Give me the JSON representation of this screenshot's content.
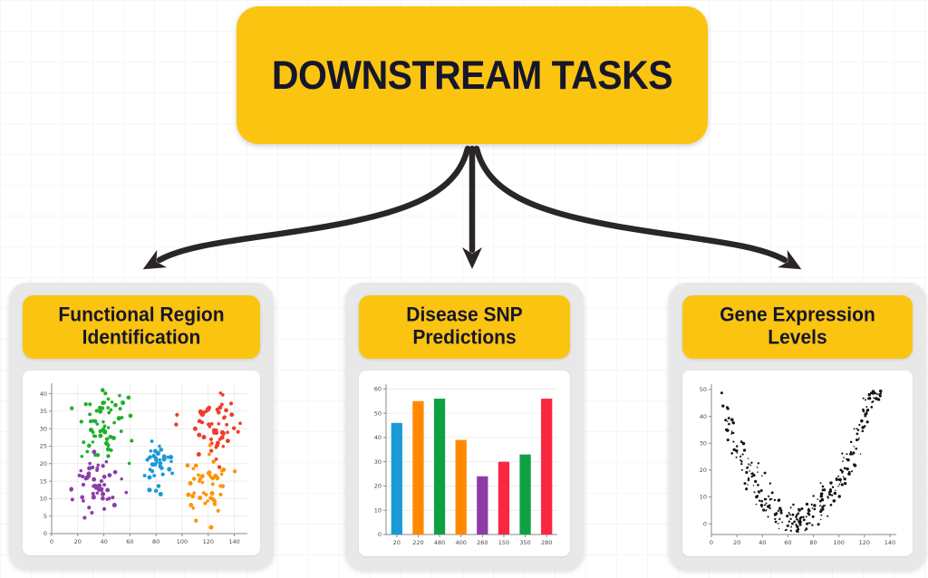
{
  "title_box": {
    "label": "DOWNSTREAM TASKS"
  },
  "colors": {
    "accent_yellow": "#FBC411",
    "title_text": "#16162C",
    "card_bg": "#E8E8E8",
    "panel_bg": "#FFFFFF",
    "arrow": "#2A2526"
  },
  "cards": [
    {
      "title_line1": "Functional Region",
      "title_line2": "Identification"
    },
    {
      "title_line1": "Disease SNP",
      "title_line2": "Predictions"
    },
    {
      "title_line1": "Gene Expression",
      "title_line2": "Levels"
    }
  ],
  "chart_data": [
    {
      "type": "scatter",
      "title": "Functional Region Identification",
      "xlabel": "",
      "ylabel": "",
      "xlim": [
        0,
        150
      ],
      "ylim": [
        0,
        43
      ],
      "xticks": [
        0,
        20,
        40,
        60,
        80,
        100,
        120,
        140
      ],
      "yticks": [
        0,
        5,
        10,
        15,
        20,
        25,
        30,
        35,
        40
      ],
      "grid": true,
      "legend": "none",
      "clusters": [
        {
          "name": "green-cluster",
          "color": "#1FAF2C",
          "cx": 37,
          "cy": 32,
          "sx": 11,
          "sy": 5,
          "n": 60
        },
        {
          "name": "red-cluster",
          "color": "#F23B2B",
          "cx": 124,
          "cy": 31,
          "sx": 11,
          "sy": 5,
          "n": 55
        },
        {
          "name": "blue-cluster",
          "color": "#1B9AD6",
          "cx": 82,
          "cy": 20,
          "sx": 6,
          "sy": 3.5,
          "n": 36
        },
        {
          "name": "purple-cluster",
          "color": "#8C3DA8",
          "cx": 33,
          "cy": 13.5,
          "sx": 9,
          "sy": 4.5,
          "n": 55
        },
        {
          "name": "orange-cluster",
          "color": "#FF9400",
          "cx": 121,
          "cy": 13.5,
          "sx": 9,
          "sy": 4,
          "n": 48
        }
      ]
    },
    {
      "type": "bar",
      "title": "Disease SNP Predictions",
      "xlabel": "",
      "ylabel": "",
      "categories": [
        "20",
        "220",
        "480",
        "400",
        "260",
        "150",
        "350",
        "280"
      ],
      "values": [
        46,
        55,
        56,
        39,
        24,
        30,
        33,
        56
      ],
      "bar_colors": [
        "#1B9AD6",
        "#FF8A00",
        "#0FA044",
        "#FF8A00",
        "#8C3DA8",
        "#F8283F",
        "#0FA044",
        "#F8283F"
      ],
      "ylim": [
        0,
        62
      ],
      "yticks": [
        0,
        10,
        20,
        30,
        40,
        50,
        60
      ],
      "grid": true,
      "legend": "none"
    },
    {
      "type": "scatter",
      "title": "Gene Expression Levels",
      "xlabel": "",
      "ylabel": "",
      "xlim": [
        0,
        145
      ],
      "ylim": [
        -4,
        52
      ],
      "xticks": [
        0,
        20,
        40,
        60,
        80,
        100,
        120,
        140
      ],
      "yticks": [
        0,
        10,
        20,
        30,
        40,
        50
      ],
      "grid": false,
      "legend": "none",
      "color": "#141414",
      "curve": {
        "shape": "parabola",
        "n": 290,
        "x_range": [
          8,
          133
        ],
        "vertex_x": 66,
        "vertex_y": 1.5,
        "coeff": 0.0128,
        "noise_sd": 3.5
      }
    }
  ]
}
